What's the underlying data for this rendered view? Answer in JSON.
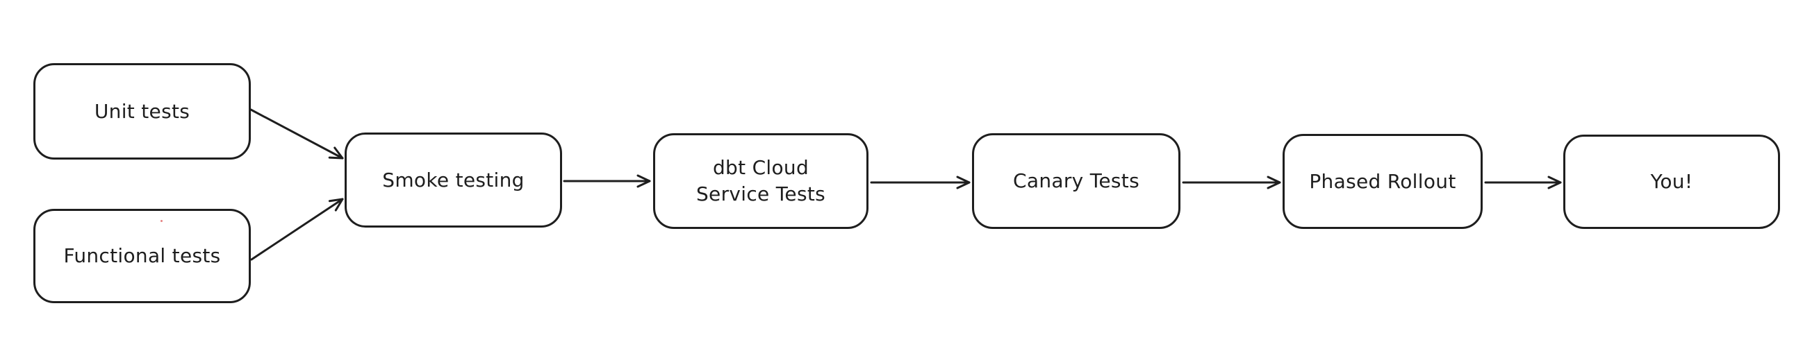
{
  "diagram": {
    "type": "flowchart",
    "background_color": "#ffffff",
    "stroke_color": "#1e1e1e",
    "nodes": [
      {
        "id": "unit-tests",
        "label": "Unit tests"
      },
      {
        "id": "functional-tests",
        "label": "Functional tests"
      },
      {
        "id": "smoke-testing",
        "label": "Smoke testing"
      },
      {
        "id": "dbt-cloud-service-tests",
        "label": "dbt Cloud Service Tests",
        "label_line1": "dbt Cloud",
        "label_line2": "Service Tests"
      },
      {
        "id": "canary-tests",
        "label": "Canary Tests"
      },
      {
        "id": "phased-rollout",
        "label": "Phased Rollout"
      },
      {
        "id": "you",
        "label": "You!"
      }
    ],
    "edges": [
      {
        "from": "unit-tests",
        "to": "smoke-testing"
      },
      {
        "from": "functional-tests",
        "to": "smoke-testing"
      },
      {
        "from": "smoke-testing",
        "to": "dbt-cloud-service-tests"
      },
      {
        "from": "dbt-cloud-service-tests",
        "to": "canary-tests"
      },
      {
        "from": "canary-tests",
        "to": "phased-rollout"
      },
      {
        "from": "phased-rollout",
        "to": "you"
      }
    ]
  }
}
